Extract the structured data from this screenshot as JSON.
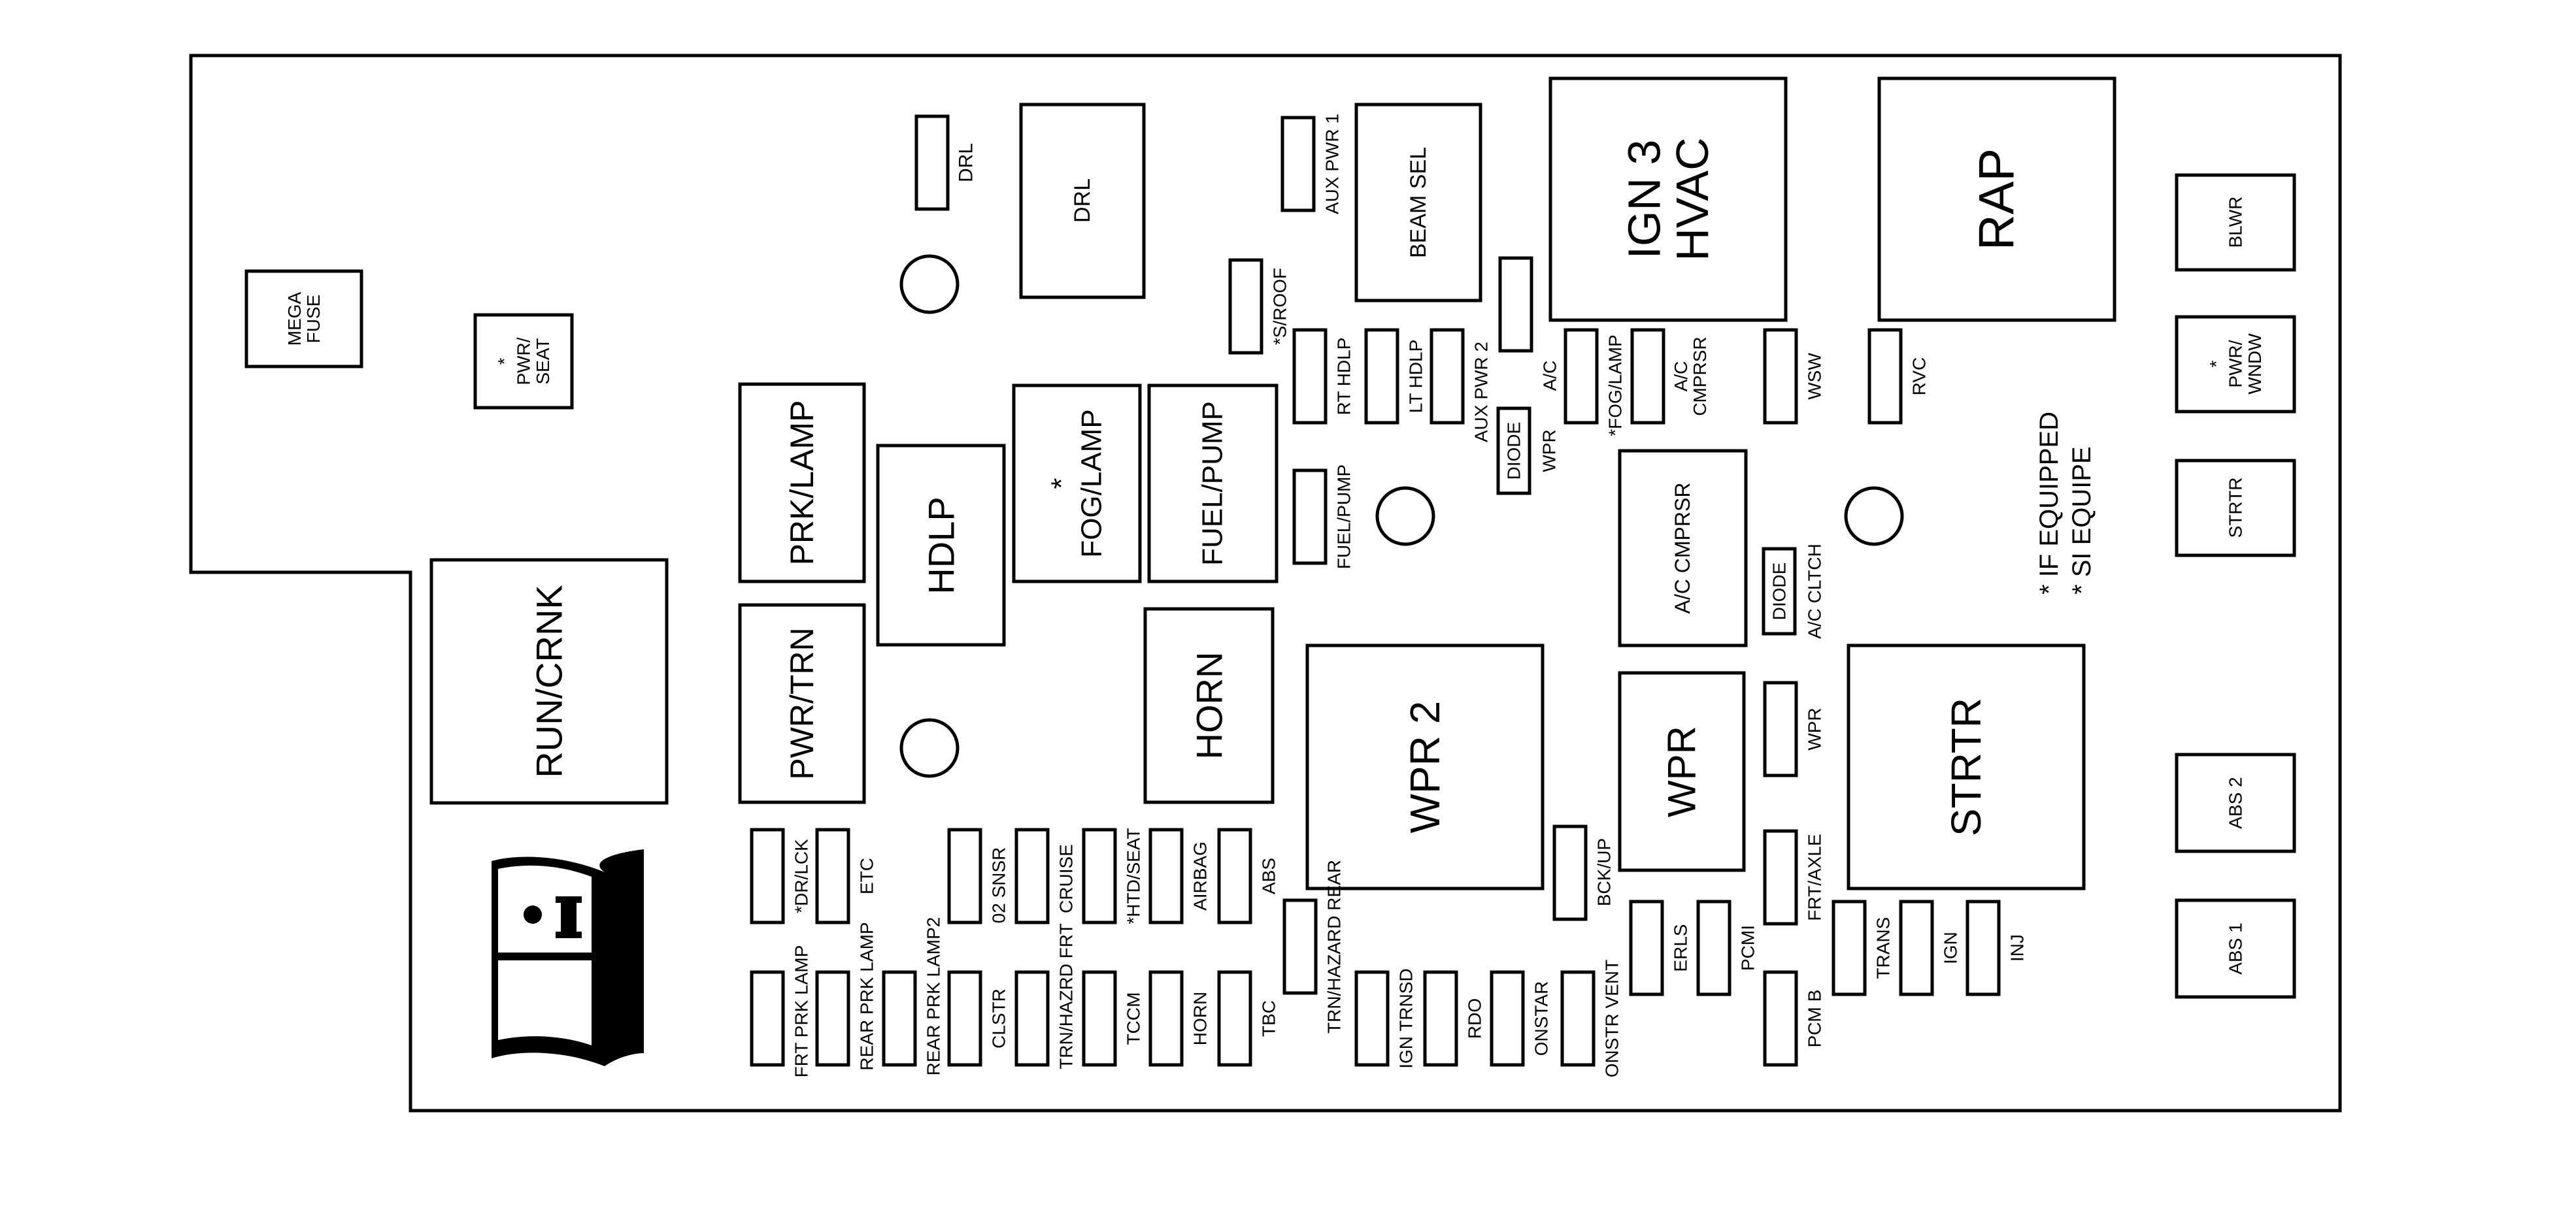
{
  "legend": {
    "line_1": "* IF EQUIPPED",
    "line_2": "* SI EQUIPE"
  },
  "components": {
    "mega_fuse": "MEGA\nFUSE",
    "pwr_seat": "*\nPWR/\nSEAT",
    "run_crnk": "RUN/CRNK",
    "prk_lamp": "PRK/LAMP",
    "pwr_trn": "PWR/TRN",
    "hdlp": "HDLP",
    "fog_lamp_relay": "*\nFOG/LAMP",
    "fuel_pump_relay": "FUEL/PUMP",
    "horn_relay": "HORN",
    "drl_fuse": "DRL",
    "drl_relay": "DRL",
    "aux_pwr_1": "AUX PWR 1",
    "beam_sel": "BEAM SEL",
    "s_roof": "*S/ROOF",
    "rt_hdlp": "RT HDLP",
    "lt_hdlp": "LT HDLP",
    "aux_pwr_2": "AUX PWR 2",
    "ac_fuse": "A/C",
    "fuel_pump_fuse": "FUEL/PUMP",
    "diode_wpr": "DIODE",
    "wpr_small": "WPR",
    "ign3_hvac": "IGN 3\nHVAC",
    "fog_lamp_fuse": "*FOG/LAMP",
    "ac_cmprsr_fuse": "A/C\nCMPRSR",
    "ac_cmprsr_relay": "A/C CMPRSR",
    "wsw": "WSW",
    "rap": "RAP",
    "rvc": "RVC",
    "diode_ac": "DIODE",
    "ac_clutch": "A/C CLTCH",
    "blwr": "BLWR",
    "pwr_wndw": "*\nPWR/\nWNDW",
    "strtr_small": "STRTR",
    "wpr2": "WPR 2",
    "wpr_relay": "WPR",
    "wpr_fuse": "WPR",
    "strtr_relay": "STRTR",
    "frt_axle": "FRT/AXLE",
    "abs2": "ABS 2",
    "abs1": "ABS 1",
    "dr_lck": "*DR/LCK",
    "etc": "ETC",
    "o2_snsr": "02 SNSR",
    "cruise": "CRUISE",
    "htd_seat": "*HTD/SEAT",
    "airbag": "AIRBAG",
    "abs_fuse": "ABS",
    "bck_up": "BCK/UP",
    "trn_hazard_rear": "TRN/HAZARD REAR",
    "frt_prk_lamp": "FRT PRK LAMP",
    "rear_prk_lamp": "REAR PRK LAMP",
    "rear_prk_lamp2": "REAR PRK LAMP2",
    "clstr": "CLSTR",
    "trn_hazrd_frt": "TRN/HAZRD FRT",
    "tccm": "TCCM",
    "horn_fuse": "HORN",
    "tbc": "TBC",
    "ign_trnsd": "IGN TRNSD",
    "rdo": "RDO",
    "onstar": "ONSTAR",
    "onstr_vent": "ONSTR VENT",
    "erls": "ERLS",
    "pcmi": "PCMI",
    "pcm_b": "PCM B",
    "trans": "TRANS",
    "ign": "IGN",
    "inj": "INJ"
  }
}
